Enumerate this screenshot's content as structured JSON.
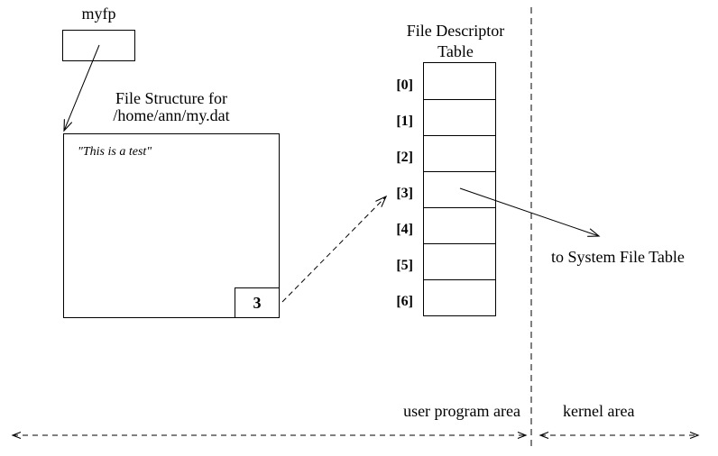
{
  "colors": {
    "ink": "#000000",
    "background": "#ffffff"
  },
  "myfp": {
    "label": "myfp"
  },
  "file_structure": {
    "title_line1": "File Structure for",
    "title_line2": "/home/ann/my.dat",
    "content_text": "\"This is a test\"",
    "descriptor_value": "3"
  },
  "fd_table": {
    "title_line1": "File Descriptor",
    "title_line2": "Table",
    "slots": [
      "[0]",
      "[1]",
      "[2]",
      "[3]",
      "[4]",
      "[5]",
      "[6]"
    ]
  },
  "labels": {
    "to_system_file_table": "to System File Table",
    "user_program_area": "user program area",
    "kernel_area": "kernel area"
  }
}
